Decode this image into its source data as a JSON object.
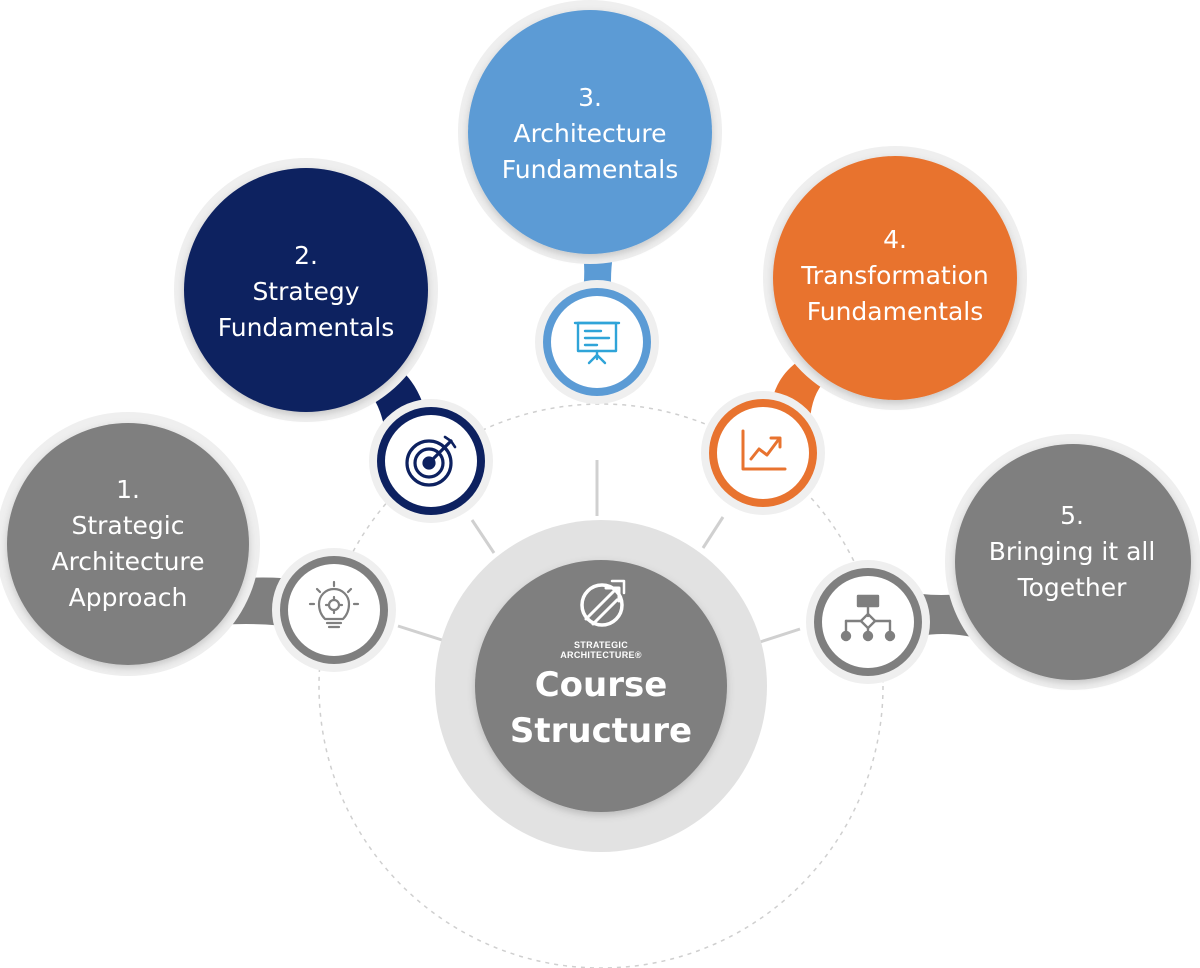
{
  "center": {
    "brand_line1": "STRATEGIC",
    "brand_line2": "ARCHITECTURE®",
    "title_line1": "Course",
    "title_line2": "Structure",
    "logo_icon": "strategic-architecture-logo-icon"
  },
  "colors": {
    "gray": "#7f7f7f",
    "navy": "#0d2160",
    "blue": "#5b9bd5",
    "orange": "#e8732f",
    "ring": "#e2e2e2",
    "connector": "#cccccc"
  },
  "modules": [
    {
      "number": "1.",
      "line1": "Strategic",
      "line2": "Architecture",
      "line3": "Approach",
      "icon": "lightbulb-gear-icon",
      "color": "gray"
    },
    {
      "number": "2.",
      "line1": "Strategy",
      "line2": "Fundamentals",
      "icon": "target-arrow-icon",
      "color": "navy"
    },
    {
      "number": "3.",
      "line1": "Architecture",
      "line2": "Fundamentals",
      "icon": "presentation-board-icon",
      "color": "blue"
    },
    {
      "number": "4.",
      "line1": "Transformation",
      "line2": "Fundamentals",
      "icon": "growth-chart-icon",
      "color": "orange"
    },
    {
      "number": "5.",
      "line1": "Bringing it all",
      "line2": "Together",
      "icon": "hierarchy-flow-icon",
      "color": "gray"
    }
  ]
}
